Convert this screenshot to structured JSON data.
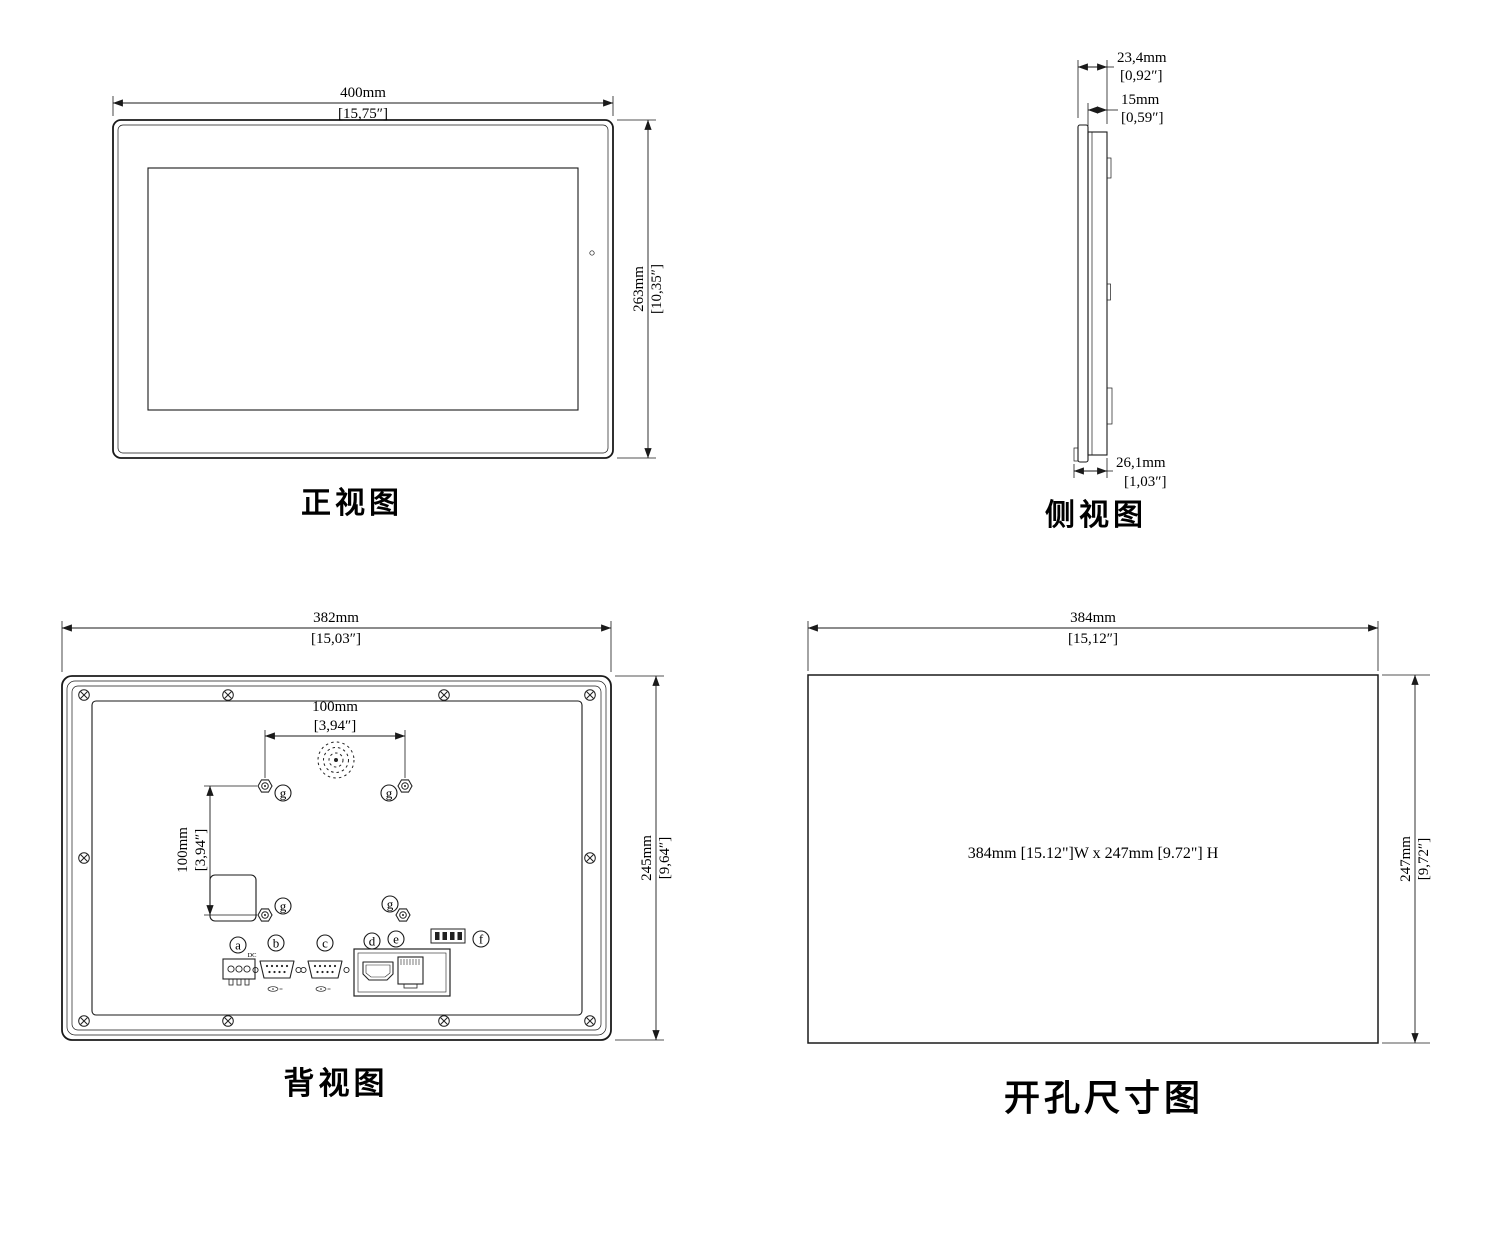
{
  "drawing": {
    "background": "#ffffff",
    "line_color": "#1a1a1a"
  },
  "front_view": {
    "label": "正视图",
    "width_mm": "400mm",
    "width_in": "[15,75″]",
    "height_mm": "263mm",
    "height_in": "[10,35″]"
  },
  "side_view": {
    "label": "侧视图",
    "depth_total_mm": "23,4mm",
    "depth_total_in": "[0,92″]",
    "depth_body_mm": "15mm",
    "depth_body_in": "[0,59″]",
    "depth_bottom_mm": "26,1mm",
    "depth_bottom_in": "[1,03″]"
  },
  "back_view": {
    "label": "背视图",
    "width_mm": "382mm",
    "width_in": "[15,03″]",
    "height_mm": "245mm",
    "height_in": "[9,64″]",
    "vesa_width_mm": "100mm",
    "vesa_width_in": "[3,94″]",
    "vesa_height_mm": "100mm",
    "vesa_height_in": "[3,94″]",
    "power_label": "DC",
    "labels": {
      "a": "a",
      "b": "b",
      "c": "c",
      "d": "d",
      "e": "e",
      "f": "f",
      "g": "g"
    }
  },
  "cutout_view": {
    "label": "开孔尺寸图",
    "width_mm": "384mm",
    "width_in": "[15,12″]",
    "height_mm": "247mm",
    "height_in": "[9,72″]",
    "center_text": "384mm [15.12\"]W x 247mm [9.72\"] H"
  }
}
